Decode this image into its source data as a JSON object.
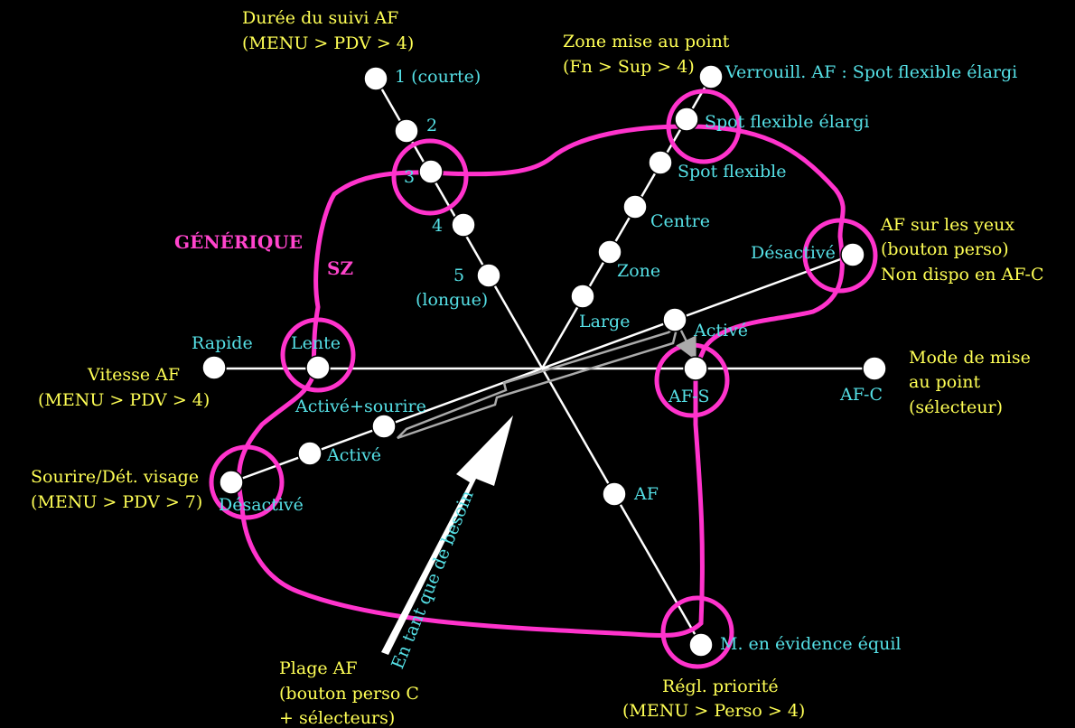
{
  "colors": {
    "background": "#000000",
    "title": "#ffff55",
    "option": "#55e0e6",
    "highlight": "#ff33cc",
    "axis": "#ffffff"
  },
  "labels": {
    "track_title": "Durée du suivi AF",
    "track_menu": "(MENU > PDV > 4)",
    "zone_title": "Zone mise au point",
    "zone_menu": "(Fn > Sup > 4)",
    "eye_title": "AF sur les yeux",
    "eye_sub": "(bouton perso)",
    "eye_note": "Non dispo en AF-C",
    "mode_title": "Mode de mise",
    "mode_sub": "au point",
    "mode_menu": "(sélecteur)",
    "speed_title": "Vitesse AF",
    "speed_menu": "(MENU > PDV > 4)",
    "smile_title": "Sourire/Dét. visage",
    "smile_menu": "(MENU > PDV > 7)",
    "range_title": "Plage AF",
    "range_sub": "(bouton perso C",
    "range_sub2": "+ sélecteurs)",
    "prio_title": "Régl. priorité",
    "prio_menu": "(MENU > Perso > 4)",
    "generique": "GÉNÉRIQUE",
    "sz": "SZ",
    "arrow_text": "En tant que de besoin"
  },
  "options": {
    "track_1": "1 (courte)",
    "track_2": "2",
    "track_3": "3",
    "track_4": "4",
    "track_5a": "5",
    "track_5b": "(longue)",
    "zone_lock": "Verrouill. AF : Spot flexible élargi",
    "zone_spot_wide": "Spot flexible élargi",
    "zone_spot": "Spot flexible",
    "zone_center": "Centre",
    "zone_zone": "Zone",
    "zone_wide": "Large",
    "eye_off": "Désactivé",
    "eye_on": "Activé",
    "mode_afs": "AF-S",
    "mode_afc": "AF-C",
    "speed_fast": "Rapide",
    "speed_slow": "Lente",
    "smile_smile": "Activé+sourire",
    "smile_on": "Activé",
    "smile_off": "Désactivé",
    "prio_af": "AF",
    "prio_bal": "M. en évidence équil"
  }
}
